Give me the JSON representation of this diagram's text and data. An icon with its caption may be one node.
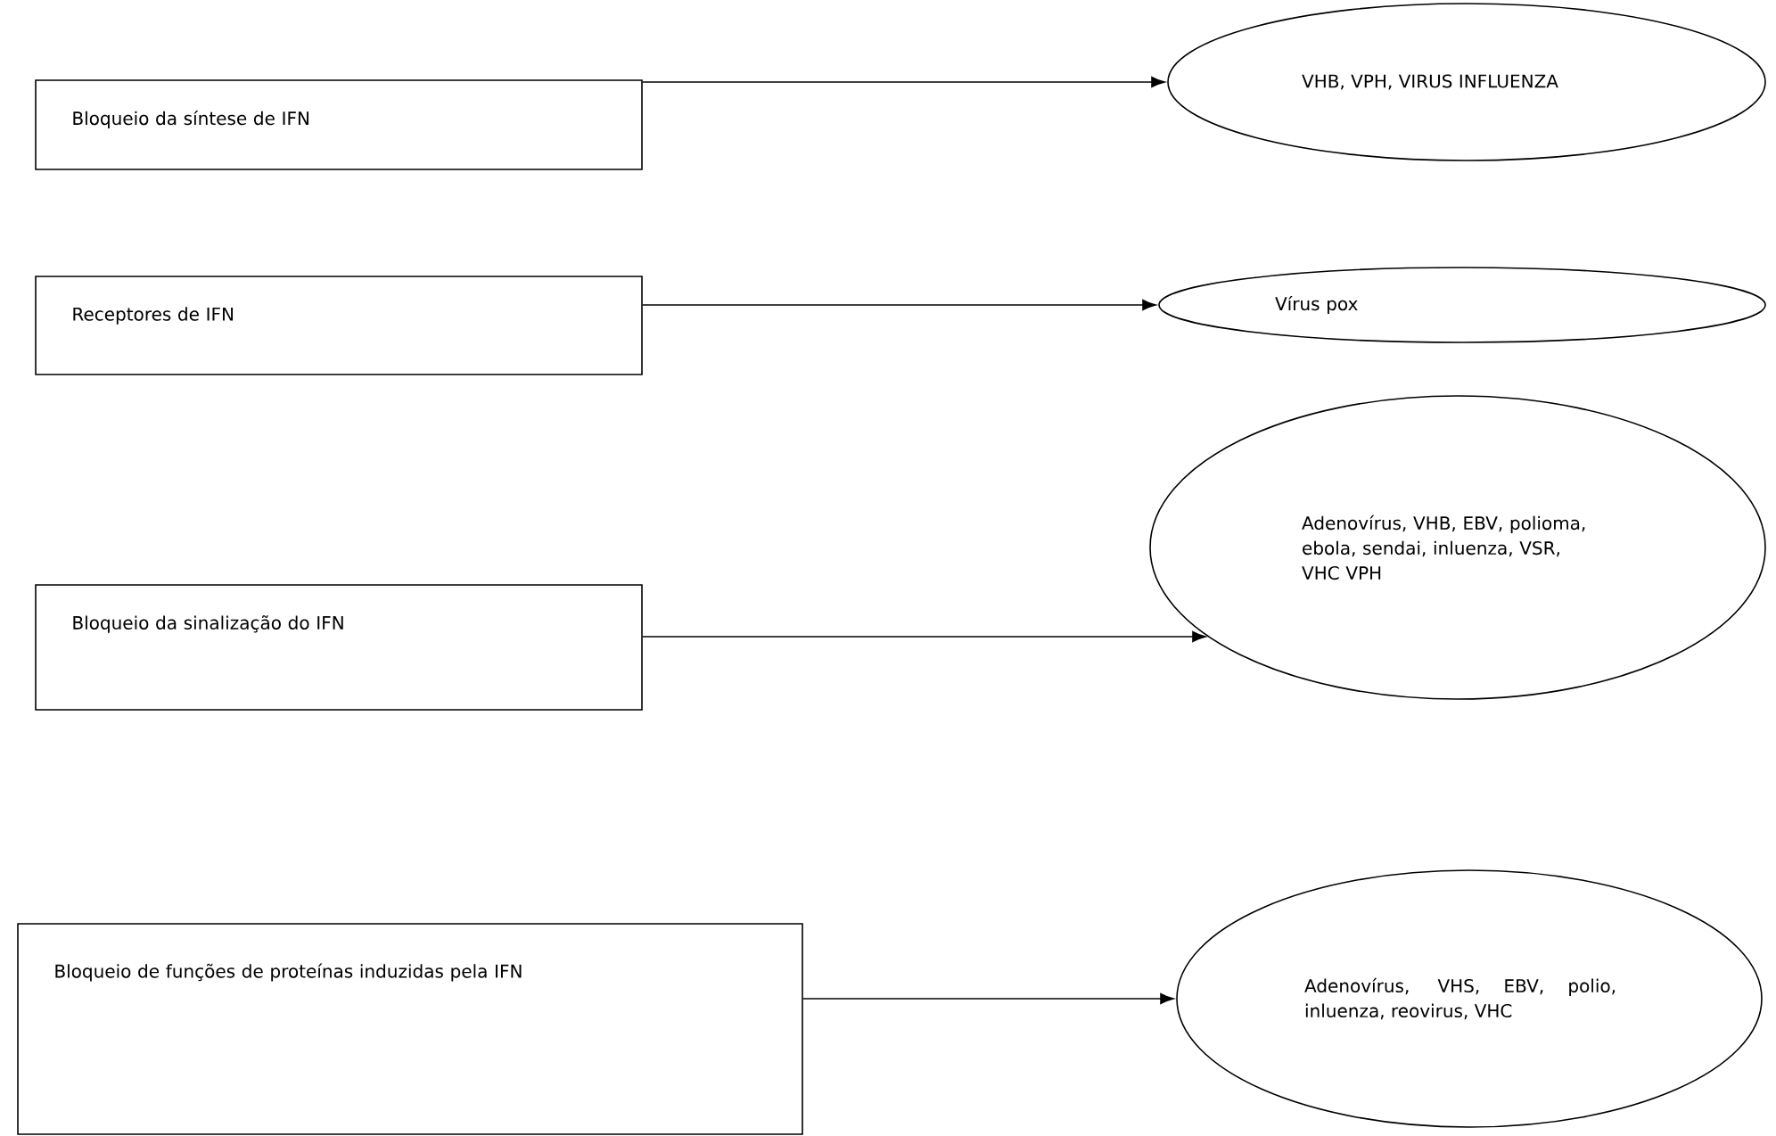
{
  "diagram": {
    "nodes": [
      {
        "text": [
          "Bloqueio da síntese de IFN"
        ]
      },
      {
        "text": [
          "VHB, VPH, VIRUS INFLUENZA"
        ]
      },
      {
        "text": [
          "Receptores de IFN"
        ]
      },
      {
        "text": [
          "Vírus pox"
        ]
      },
      {
        "text": [
          "Bloqueio da sinalização do IFN"
        ]
      },
      {
        "text": [
          "Adenovírus, VHB, EBV, polioma, ebola, sendai, inluenza, VSR, VHC VPH"
        ]
      },
      {
        "text": [
          "Bloqueio de funções de proteínas induzidas pela IFN"
        ]
      },
      {
        "text": [
          "Adenovírus, VHS, EBV, polio, inluenza, reovirus, VHC"
        ]
      }
    ],
    "edges": [
      {
        "from": 0,
        "to": 1,
        "arrow": "to"
      },
      {
        "from": 2,
        "to": 3,
        "arrow": "to"
      },
      {
        "from": 4,
        "to": 5,
        "arrow": "to"
      },
      {
        "from": 6,
        "to": 7,
        "arrow": "to"
      }
    ]
  }
}
